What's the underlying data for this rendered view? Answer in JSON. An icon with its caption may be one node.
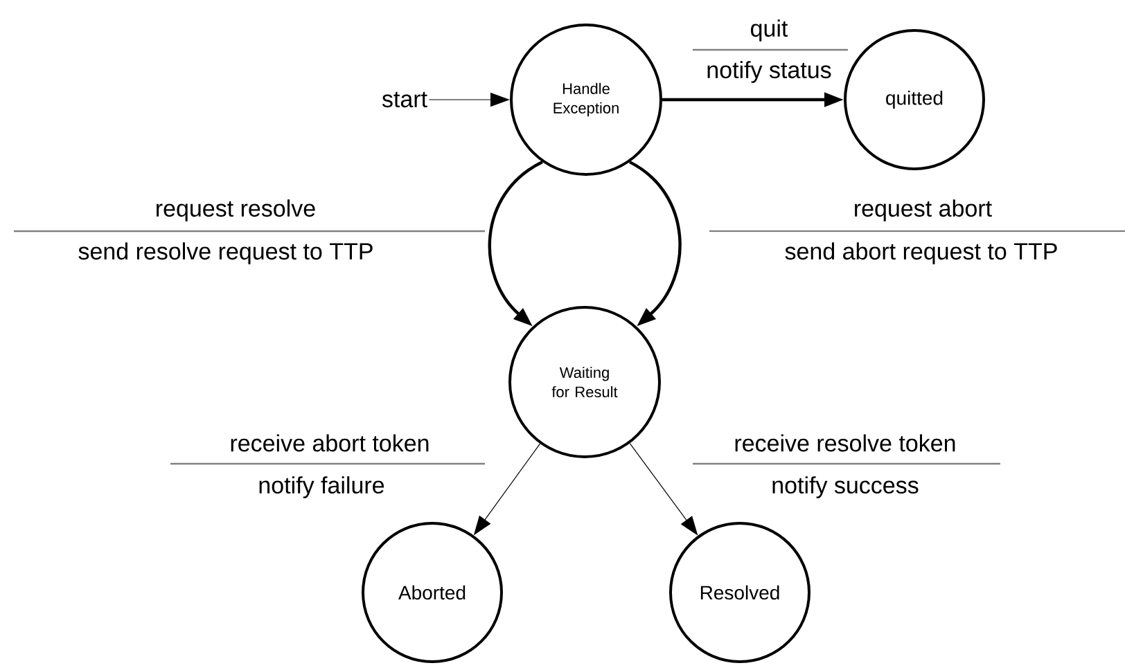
{
  "diagram": {
    "nodes": [
      {
        "text": [
          "start"
        ]
      },
      {
        "text": [
          "Handle Exception"
        ]
      },
      {
        "text": [
          "quitted"
        ]
      },
      {
        "text": [
          "Waiting for Result"
        ]
      },
      {
        "text": [
          "Aborted"
        ]
      },
      {
        "text": [
          "Resolved"
        ]
      }
    ],
    "edges": [
      {
        "from": 0,
        "to": 1,
        "arrow": "to"
      },
      {
        "from": 1,
        "to": 2,
        "arrow": "to",
        "style": "thick"
      },
      {
        "from": 1,
        "to": 3,
        "arrow": "to",
        "style": "thick"
      },
      {
        "from": 1,
        "to": 3,
        "arrow": "to",
        "style": "thick"
      },
      {
        "from": 3,
        "to": 4,
        "arrow": "to"
      },
      {
        "from": 3,
        "to": 5,
        "arrow": "to"
      }
    ],
    "labels": [
      "quit",
      "notify status",
      "request resolve",
      "send resolve request to TTP",
      "request abort",
      "send abort request to TTP",
      "receive abort token",
      "notify failure",
      "receive resolve token",
      "notify success"
    ]
  }
}
